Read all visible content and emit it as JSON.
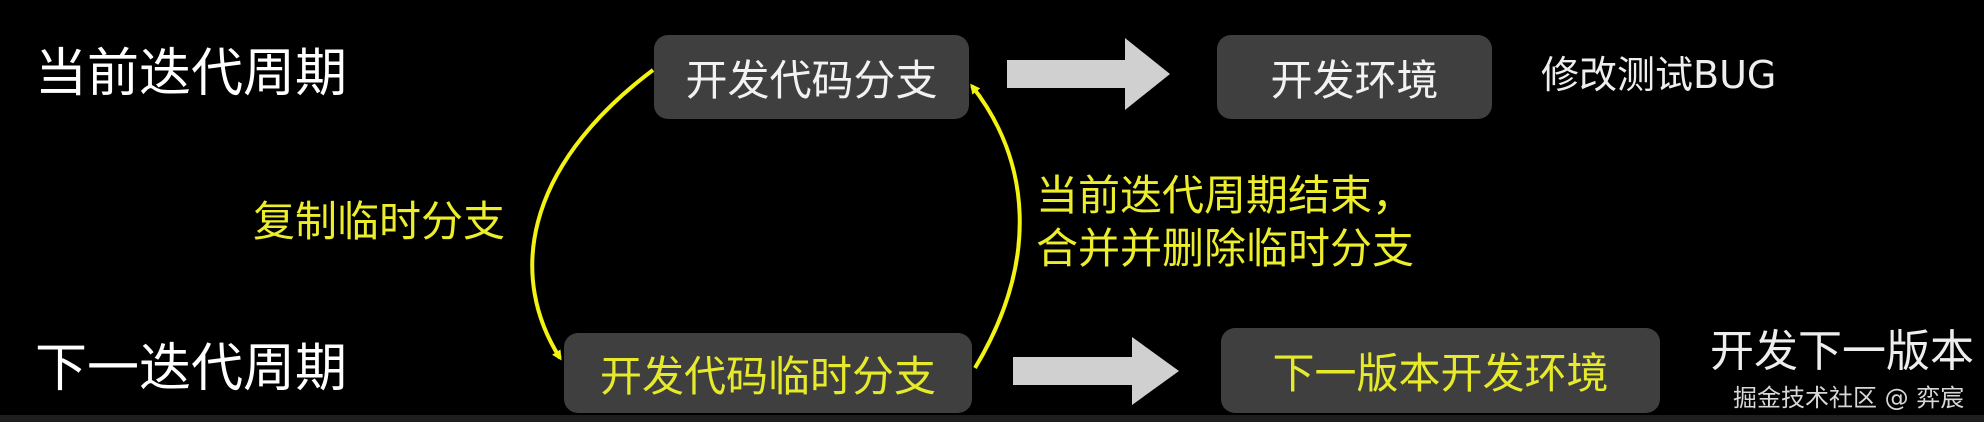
{
  "rows": {
    "current_label": "当前迭代周期",
    "next_label": "下一迭代周期"
  },
  "boxes": {
    "dev_branch": "开发代码分支",
    "dev_env": "开发环境",
    "temp_branch": "开发代码临时分支",
    "next_env": "下一版本开发环境"
  },
  "notes": {
    "fix_bugs": "修改测试BUG",
    "dev_next": "开发下一版本"
  },
  "arrows": {
    "copy_label": "复制临时分支",
    "merge_label_line1": "当前迭代周期结束，",
    "merge_label_line2": "合并并删除临时分支"
  },
  "watermark": "掘金技术社区 @ 弈宸",
  "colors": {
    "background": "#000000",
    "box": "#3f3f3f",
    "highlight": "#ecee2c",
    "arrow": "#d0d0d0"
  }
}
